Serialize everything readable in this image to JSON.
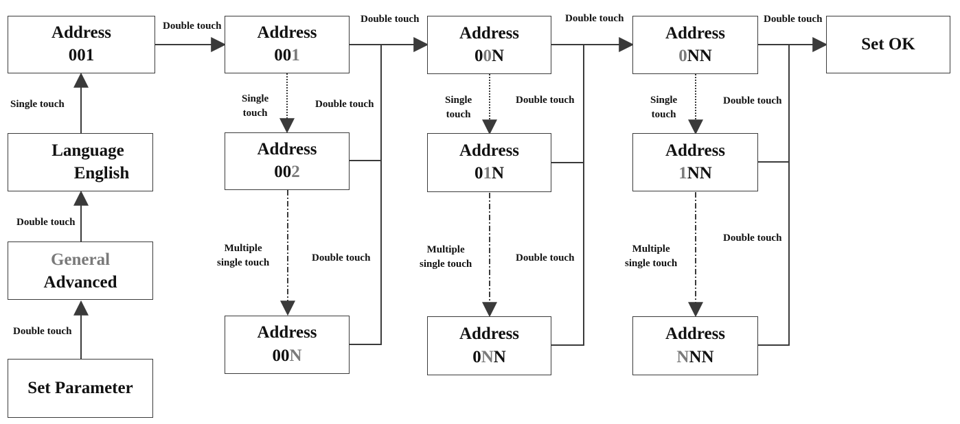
{
  "colors": {
    "line": "#3a3a3a",
    "text": "#111111",
    "highlight": "#7a7a7a"
  },
  "nodes": {
    "set_parameter": "Set Parameter",
    "general": "General",
    "advanced": "Advanced",
    "language": "Language",
    "english": "English",
    "addr_title": "Address",
    "start_value": "001",
    "set_ok": "Set OK"
  },
  "digit_nodes": {
    "col1_top": [
      "00",
      "1"
    ],
    "col1_mid": [
      "00",
      "2"
    ],
    "col1_bot": [
      "00",
      "N"
    ],
    "col2_top": [
      "0",
      "0",
      "N"
    ],
    "col2_mid": [
      "0",
      "1",
      "N"
    ],
    "col2_bot": [
      "0",
      "N",
      "N"
    ],
    "col3_top": [
      "",
      "0",
      "NN"
    ],
    "col3_mid": [
      "",
      "1",
      "NN"
    ],
    "col3_bot": [
      "",
      "N",
      "NN"
    ]
  },
  "labels": {
    "double_touch": "Double touch",
    "single_touch": "Single touch",
    "single": "Single",
    "touch": "touch",
    "multiple": "Multiple",
    "multiple_single_touch": "single touch"
  }
}
